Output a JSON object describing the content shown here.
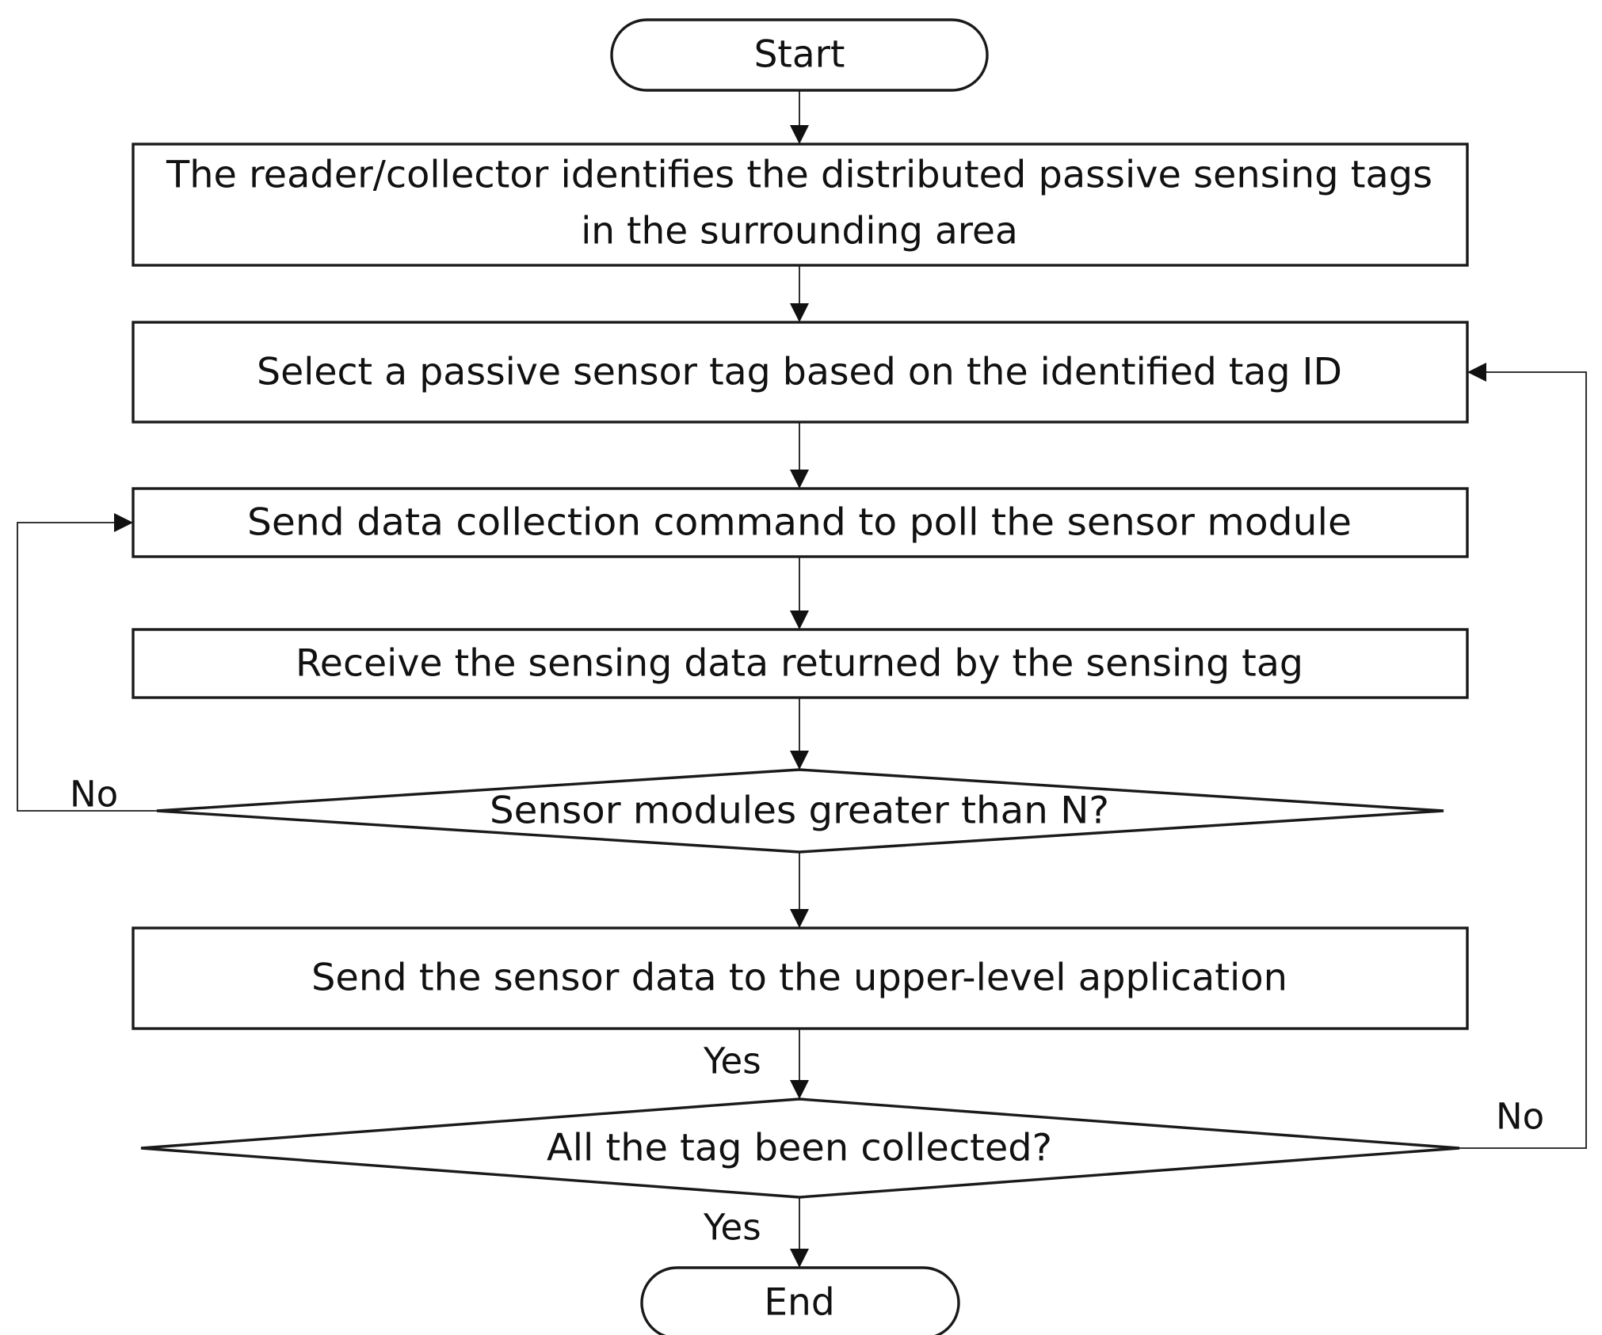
{
  "flowchart": {
    "start": "Start",
    "step_identify": {
      "line1": "The reader/collector identifies the distributed passive sensing tags",
      "line2": "in the surrounding area"
    },
    "step_select": "Select a passive sensor tag based on the identified tag ID",
    "step_send_command": "Send data collection command to poll the sensor module",
    "step_receive": "Receive the sensing data returned by the sensing tag",
    "decision_modules": "Sensor modules greater than N?",
    "step_send_data": "Send the sensor data to the upper-level application",
    "decision_all_tags": "All the tag been collected?",
    "end": "End",
    "labels": {
      "no_modules": "No",
      "yes_after_send": "Yes",
      "no_all_tags": "No",
      "yes_all_tags": "Yes"
    }
  }
}
